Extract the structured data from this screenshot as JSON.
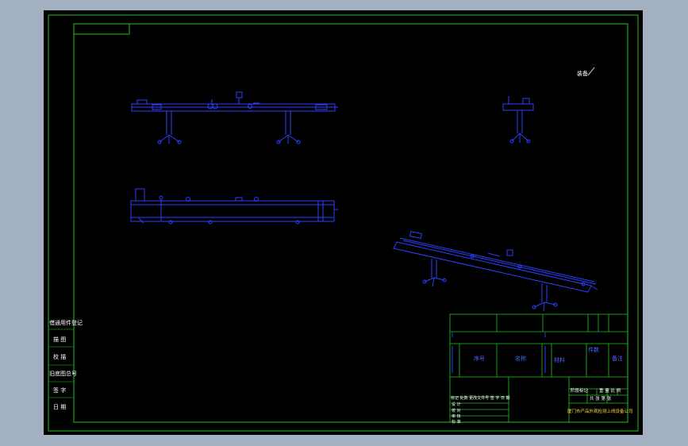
{
  "colors": {
    "background": "#a3b0c2",
    "sheet": "#000000",
    "frame": "#21c421",
    "part": "#2b3fff",
    "text": "#ffffff"
  },
  "left_strip": {
    "rows": [
      "借通用件登记",
      "描 图",
      "校 描",
      "旧底图总号",
      "签 字",
      "日 期"
    ]
  },
  "annotation": {
    "tech_note": "装备"
  },
  "title_block": {
    "mid_labels": [
      "序号",
      "名称",
      "材料",
      "件数",
      "备注"
    ],
    "sign_rows": [
      "标记 处数 更改文件号 签 字 日 期",
      "设 计",
      "校 对",
      "审 核",
      "标 准"
    ],
    "stage_header": "阶段标记",
    "weight_scale": "重 量 比 例",
    "sheets": "共 张 第 张",
    "company": "厦门市产品外观检测上线设备公司"
  }
}
